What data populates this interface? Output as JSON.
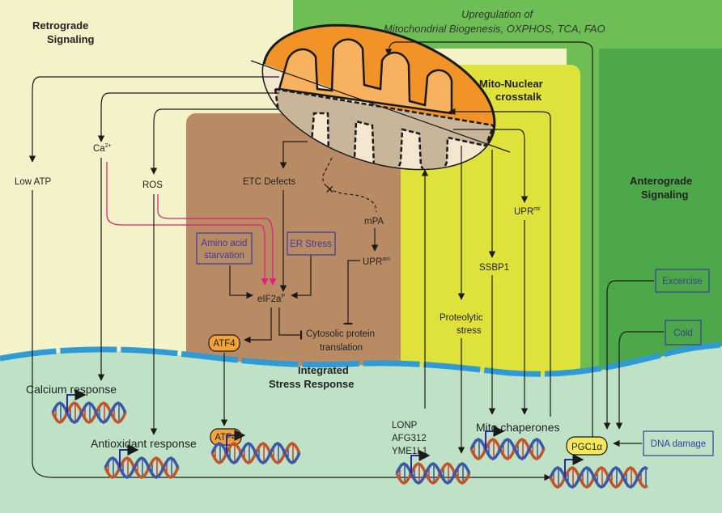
{
  "retrograde": {
    "line1": "Retrograde",
    "line2": "Signaling"
  },
  "anterograde": {
    "line1": "Anterograde",
    "line2": "Signaling"
  },
  "upregulation": {
    "line1": "Upregulation of",
    "line2": "Mitochondrial Biogenesis, OXPHOS, TCA, FAO"
  },
  "crosstalk": {
    "line1": "Mito-Nuclear",
    "line2": "crosstalk"
  },
  "isr": {
    "line1": "Integrated",
    "line2": "Stress Response"
  },
  "labels": {
    "low_atp": "Low ATP",
    "ca": "Ca",
    "ca_sup": "2+",
    "ros": "ROS",
    "etc": "ETC Defects",
    "mpa": "mPA",
    "upr": "UPR",
    "upr_am_sup": "am",
    "upr_mt_sup": "mt",
    "eif": "eIF2a",
    "eif_sup": "P",
    "cyto1": "Cytosolic protein",
    "cyto2": "translation",
    "proteolytic1": "Proteolytic",
    "proteolytic2": "stress",
    "ssbp1": "SSBP1",
    "calcium_response": "Calcium response",
    "antioxidant_response": "Antioxidant response",
    "mito_chaperones": "Mito chaperones",
    "lonp": "LONP",
    "afg": "AFG312",
    "yme": "YME1L1",
    "atf4": "ATF4",
    "pgc": "PGC1α"
  },
  "boxes": {
    "amino1": "Amino acid",
    "amino2": "starvation",
    "er": "ER Stress",
    "exercise": "Excercise",
    "cold": "Cold",
    "dna_damage": "DNA damage"
  },
  "colors": {
    "cream": "#f3f2c9",
    "green": "#6dbf55",
    "green_dark": "#4da84a",
    "yellow": "#dfe23b",
    "brown": "#b98b64",
    "nucleus": "#bfe2c6",
    "membrane": "#2f9bd6",
    "orange": "#f29327",
    "inner_tan": "#c9b69a",
    "blue_text": "#3b3b9a",
    "pink": "#e0207a",
    "atf_fill": "#f4a23a",
    "pgc_fill": "#f3e95a"
  }
}
